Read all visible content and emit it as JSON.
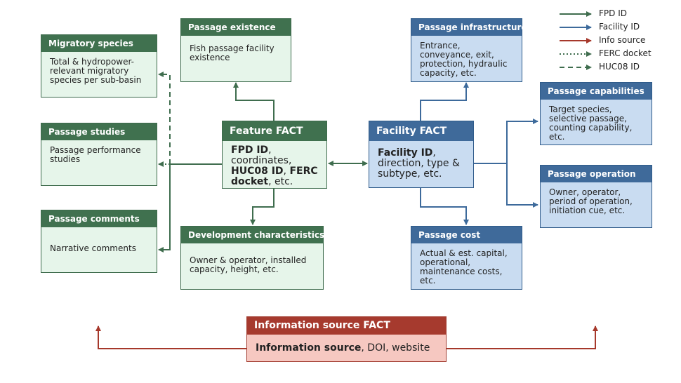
{
  "colors": {
    "fpd": "#3f6d4e",
    "facility": "#3d6a9b",
    "info": "#a6382b"
  },
  "legend": {
    "fpd_id": "FPD ID",
    "facility_id": "Facility ID",
    "info_source": "Info source",
    "ferc_docket": "FERC docket",
    "huc08_id": "HUC08 ID"
  },
  "boxes": {
    "migratory_species": {
      "title": "Migratory species",
      "body": "Total & hydropower-relevant migratory species per sub-basin"
    },
    "passage_studies": {
      "title": "Passage studies",
      "body": "Passage performance studies"
    },
    "passage_comments": {
      "title": "Passage comments",
      "body": "Narrative comments"
    },
    "passage_existence": {
      "title": "Passage existence",
      "body": "Fish passage facility existence"
    },
    "feature_fact": {
      "title": "Feature FACT",
      "b1": "FPD ID",
      "t1": ",",
      "t2": "coordinates,",
      "b2": "HUC08 ID",
      "t3": ",",
      "b3": "FERC docket",
      "t4": ", etc."
    },
    "development_characteristics": {
      "title": "Development characteristics",
      "body": "Owner & operator, installed capacity, height, etc."
    },
    "passage_infrastructure": {
      "title": "Passage infrastructure",
      "body": "Entrance, conveyance, exit, protection, hydraulic capacity, etc."
    },
    "facility_fact": {
      "title": "Facility FACT",
      "b1": "Facility ID",
      "t1": ", direction, type & subtype, etc."
    },
    "passage_cost": {
      "title": "Passage cost",
      "body": "Actual & est. capital, operational, maintenance costs, etc."
    },
    "passage_capabilities": {
      "title": "Passage capabilities",
      "body": "Target species, selective passage, counting capability, etc."
    },
    "passage_operation": {
      "title": "Passage operation",
      "body": "Owner, operator, period of operation, initiation cue, etc."
    },
    "information_source_fact": {
      "title": "Information source FACT",
      "b1": "Information source",
      "t1": ", DOI, website"
    }
  }
}
